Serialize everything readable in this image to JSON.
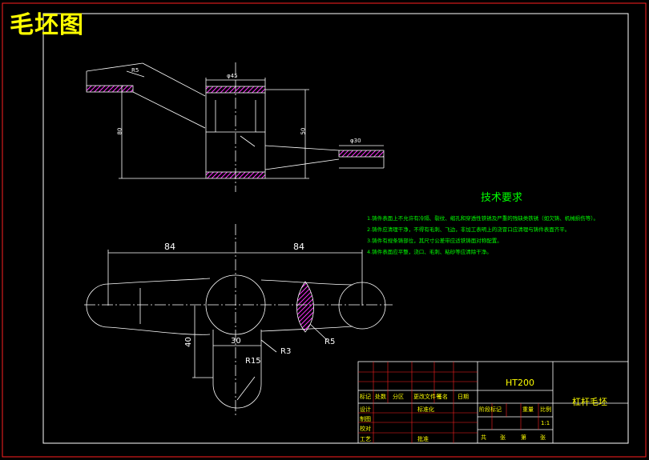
{
  "drawing": {
    "title": "毛坯图"
  },
  "tech_requirements": {
    "heading": "技术要求",
    "items": [
      "1.铸件表面上不允许有冷隔、裂纹、缩孔和穿透性铁锈及严重的残缺类铁锈（如欠铸、机械损伤等）。",
      "2.铸件应清理干净，不得有毛刺、飞边，非加工表明上的浇冒口应清理与铸件表面齐平。",
      "3.铸件有规条铸部位，其尺寸公差带应适铁铸面对称配置。",
      "4.铸件表面应平整，浇口、毛刺、粘砂等应清除干净。"
    ]
  },
  "dimensions": {
    "top_r": "R5",
    "top_dia": "φ45",
    "top_dia_small": "φ30",
    "top_h_left": "80",
    "top_h_right": "50",
    "front_left": "84",
    "front_right": "84",
    "front_40": "40",
    "front_30": "30",
    "front_r15": "R15",
    "front_r3": "R3",
    "front_r5": "R5"
  },
  "title_block": {
    "material": "HT200",
    "part_name": "杠杆毛坯",
    "scale": "1:1",
    "hdr_mark": "标记",
    "hdr_count": "处数",
    "hdr_zone": "分区",
    "hdr_docno": "更改文件号",
    "hdr_sign": "签名",
    "hdr_date": "日期",
    "row_design": "设计",
    "row_draw": "制图",
    "row_check": "校对",
    "row_process": "工艺",
    "std": "标准化",
    "approve": "批准",
    "stage_mark": "阶段标记",
    "weight": "重量",
    "scale_label": "比例",
    "sheet_total": "共",
    "sheet_unit": "张",
    "sheet_no": "第",
    "sheet_unit2": "张"
  }
}
